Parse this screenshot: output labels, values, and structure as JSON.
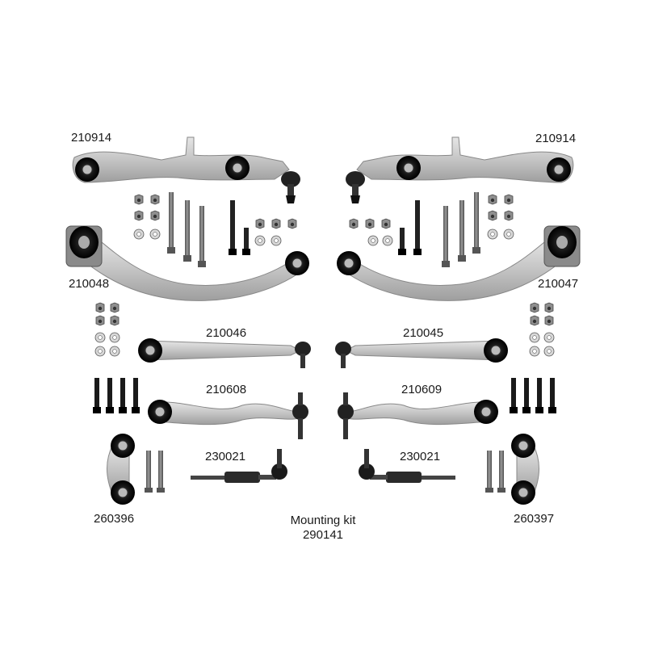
{
  "parts": {
    "upper_arm_left": "210914",
    "upper_arm_right": "210914",
    "lower_arm_left": "210048",
    "lower_arm_right": "210047",
    "track_rod_left": "210046",
    "track_rod_right": "210045",
    "guide_arm_left": "210608",
    "guide_arm_right": "210609",
    "tie_rod_left": "230021",
    "tie_rod_right": "230021",
    "stabilizer_link_left": "260396",
    "stabilizer_link_right": "260397"
  },
  "mounting_kit": {
    "label": "Mounting kit",
    "number": "290141"
  },
  "colors": {
    "aluminum": "#cfcfcf",
    "rubber": "#1c1c1c",
    "steel": "#8a8a8a"
  }
}
